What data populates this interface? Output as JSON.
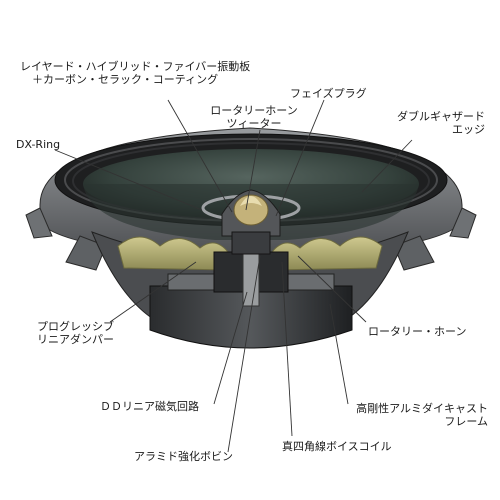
{
  "labels": {
    "cone_line1": "レイヤード・ハイブリッド・ファイバー振動板",
    "cone_line2": "＋カーボン・セラック・コーティング",
    "rotary_tweeter_line1": "ロータリーホーン",
    "rotary_tweeter_line2": "ツィーター",
    "phase_plug": "フェイズプラグ",
    "edge_line1": "ダブルギャザード",
    "edge_line2": "エッジ",
    "dx_ring": "DX-Ring",
    "damper_line1": "プログレッシブ",
    "damper_line2": "リニアダンパー",
    "rotary_horn": "ロータリー・ホーン",
    "dd_linear": "ＤＤリニア磁気回路",
    "frame_line1": "高剛性アルミダイキャスト",
    "frame_line2": "フレーム",
    "aramid_bobbin": "アラミド強化ボビン",
    "voice_coil": "真四角線ボイスコイル"
  },
  "colors": {
    "text": "#1a1a1a",
    "leader": "#333333",
    "frame_dark": "#3b3d40",
    "frame_light": "#8a8d90",
    "cone": "#3c4a45",
    "damper": "#b4b07a",
    "magnet": "#222426"
  }
}
